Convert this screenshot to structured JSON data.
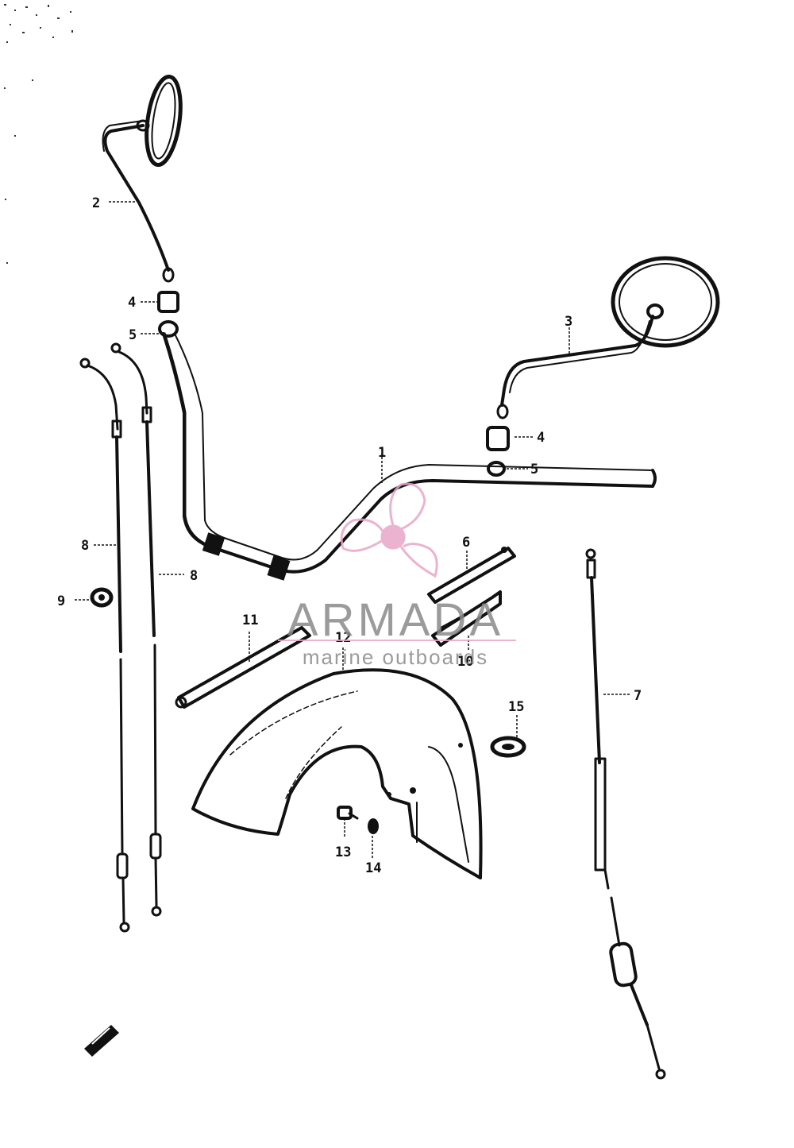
{
  "callouts": {
    "c1": "1",
    "c2": "2",
    "c3": "3",
    "c4a": "4",
    "c4b": "4",
    "c5a": "5",
    "c5b": "5",
    "c6": "6",
    "c7": "7",
    "c8a": "8",
    "c8b": "8",
    "c9": "9",
    "c10": "10",
    "c11": "11",
    "c12": "12",
    "c13": "13",
    "c14": "14",
    "c15": "15"
  },
  "watermark": {
    "brand": "ARMADA",
    "tagline": "marine outboards",
    "logo_color": "#e9a6c9",
    "text_color": "#8a8a8a"
  },
  "colors": {
    "ink": "#111111",
    "background": "#ffffff"
  }
}
